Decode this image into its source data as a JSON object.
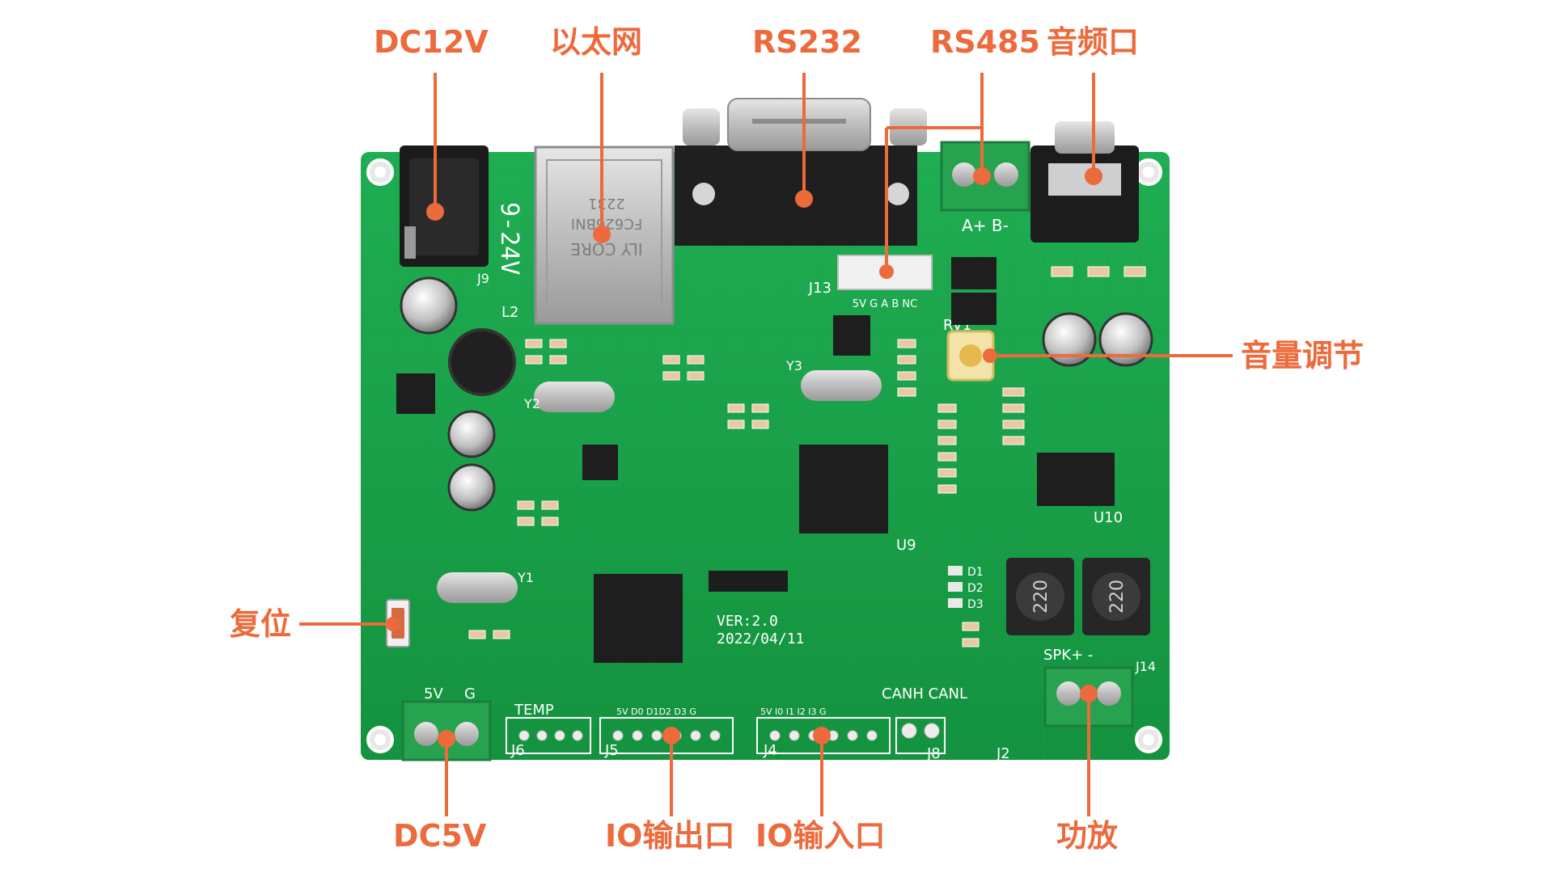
{
  "colors": {
    "accent": "#ec6a3c",
    "pcb": "#16a34a",
    "silkscreen": "#ffffff",
    "chip": "#1e1e1e"
  },
  "labels": {
    "dc12v": "DC12V",
    "ethernet": "以太网",
    "rs232": "RS232",
    "rs485": "RS485",
    "audio": "音频口",
    "volume": "音量调节",
    "reset": "复位",
    "dc5v": "DC5V",
    "io_out": "IO输出口",
    "io_in": "IO输入口",
    "amp": "功放"
  },
  "board": {
    "voltage_text": "9-24V",
    "eth_text_1": "ILY CORE",
    "eth_text_2": "FC626BNI",
    "eth_text_3": "2231",
    "version": "VER:2.0",
    "date": "2022/04/11",
    "u9": "U9",
    "u10": "U10",
    "j4": "J4",
    "j5": "J5",
    "j6": "J6",
    "j8": "J8",
    "j2": "J2",
    "j13": "J13",
    "j14": "J14",
    "temp": "TEMP",
    "spk": "SPK+  -",
    "canh": "CANH CANL",
    "pin_5v": "5V",
    "pin_g": "G",
    "rs485_ab": "A+  B-",
    "j13_pins": "5V G A B NC",
    "j5_pins": "5V D0 D1D2   D3 G",
    "j4_pins": "5V  I0  I1  I2  I3  G",
    "inductor": "220",
    "y1": "Y1",
    "y2": "Y2",
    "y3": "Y3",
    "rv1": "RV1",
    "l2": "L2",
    "j9": "J9",
    "d1": "D1",
    "d2": "D2",
    "d3": "D3"
  }
}
